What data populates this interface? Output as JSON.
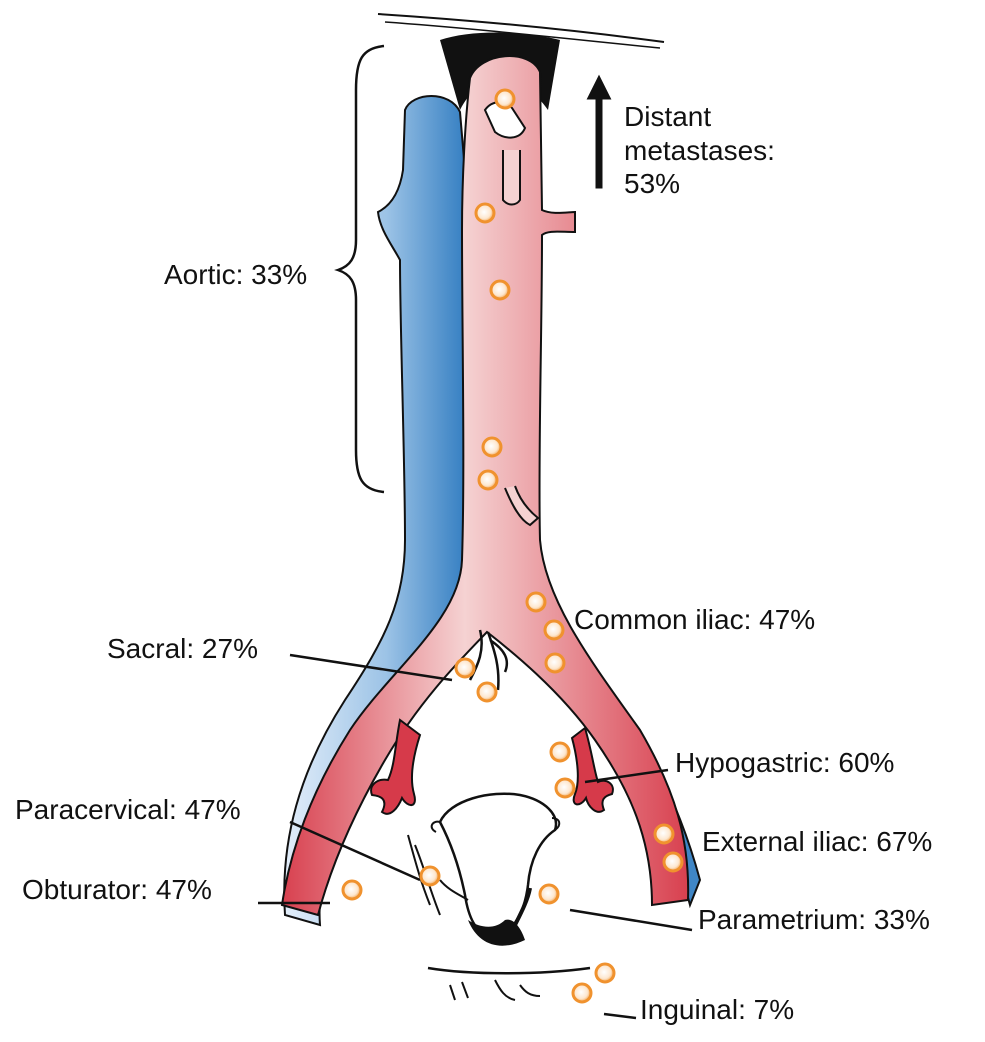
{
  "labels": {
    "distant": [
      "Distant",
      "metastases:",
      "53%"
    ],
    "aortic": "Aortic: 33%",
    "common_iliac": "Common iliac: 47%",
    "sacral": "Sacral: 27%",
    "hypogastric": "Hypogastric: 60%",
    "paracervical": "Paracervical: 47%",
    "external_iliac": "External iliac: 67%",
    "obturator": "Obturator: 47%",
    "parametrium": "Parametrium: 33%",
    "inguinal": "Inguinal: 7%"
  },
  "colors": {
    "artery": "#d63a4a",
    "artery_light": "#f3c6c6",
    "vein": "#3f86c6",
    "vein_light": "#cfe2f3",
    "node_fill": "#ffffff",
    "node_ring": "#f0922e",
    "ink": "#111111"
  }
}
